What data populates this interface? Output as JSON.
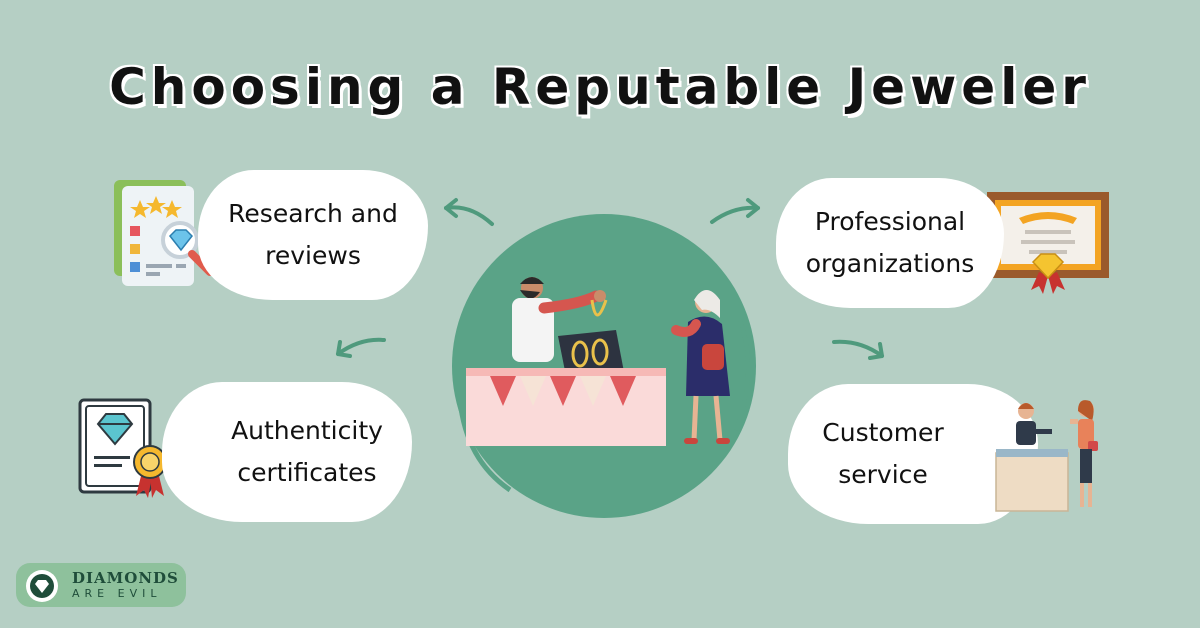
{
  "title": "Choosing a Reputable Jeweler",
  "cards": {
    "research": "Research and\nreviews",
    "professional": "Professional\norganizations",
    "authenticity": "Authenticity\ncertificates",
    "customer": "Customer\nservice"
  },
  "logo": {
    "line1": "DIAMONDS",
    "line2": "ARE EVIL"
  },
  "colors": {
    "background": "#b5cfc4",
    "center_circle": "#5aa387",
    "arrows": "#4f9a7d",
    "logo_badge": "#8ec19c"
  }
}
